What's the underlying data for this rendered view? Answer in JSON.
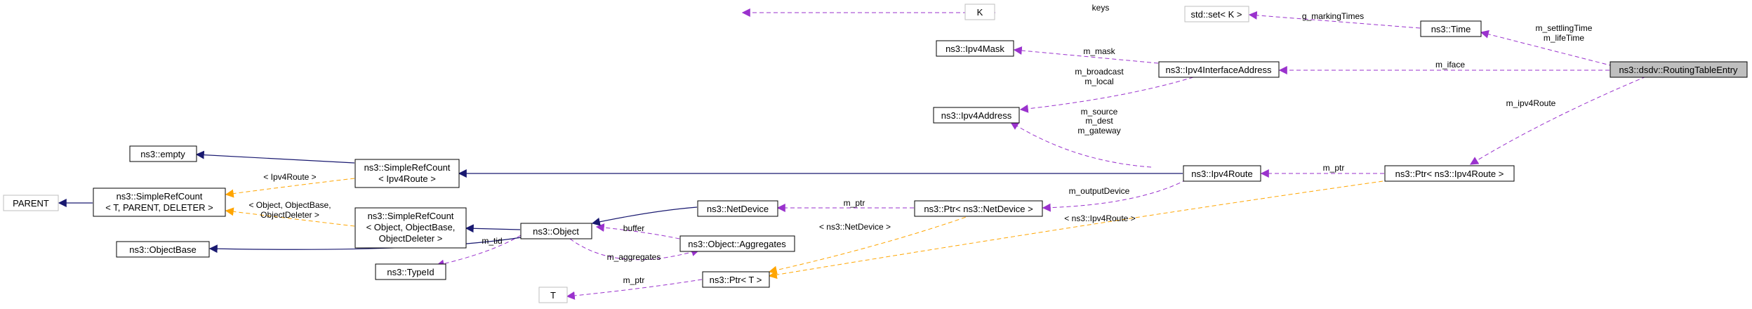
{
  "diagram": {
    "colors": {
      "member_edge": "#9a32cd",
      "inherit_edge": "#191970",
      "template_edge": "#ffa500",
      "node_border": "#000000",
      "external_node_border": "#bfbfbf",
      "highlight_fill": "#bfbfbf"
    },
    "nodes": {
      "k": "K",
      "std_set_k": "std::set< K >",
      "time": "ns3::Time",
      "routing_table_entry": "ns3::dsdv::RoutingTableEntry",
      "ipv4mask": "ns3::Ipv4Mask",
      "ipv4_interface_address": "ns3::Ipv4InterfaceAddress",
      "ipv4address": "ns3::Ipv4Address",
      "empty": "ns3::empty",
      "srefcount_ipv4route": [
        "ns3::SimpleRefCount",
        "< Ipv4Route >"
      ],
      "ipv4route": "ns3::Ipv4Route",
      "ptr_ipv4route": "ns3::Ptr< ns3::Ipv4Route >",
      "parent": "PARENT",
      "srefcount_generic": [
        "ns3::SimpleRefCount",
        "< T, PARENT, DELETER >"
      ],
      "srefcount_object": [
        "ns3::SimpleRefCount",
        "< Object, ObjectBase,",
        "ObjectDeleter >"
      ],
      "netdevice": "ns3::NetDevice",
      "ptr_netdevice": "ns3::Ptr< ns3::NetDevice >",
      "object": "ns3::Object",
      "object_aggregates": "ns3::Object::Aggregates",
      "objectbase": "ns3::ObjectBase",
      "typeid": "ns3::TypeId",
      "ptr_t": "ns3::Ptr< T >",
      "t": "T"
    },
    "edge_labels": {
      "keys": "keys",
      "g_marking_times": "g_markingTimes",
      "m_settling_time": [
        "m_settlingTime",
        "m_lifeTime"
      ],
      "m_mask": "m_mask",
      "m_iface": "m_iface",
      "m_broadcast": [
        "m_broadcast",
        "m_local"
      ],
      "m_ipv4route": "m_ipv4Route",
      "m_source": [
        "m_source",
        "m_dest",
        "m_gateway"
      ],
      "m_ptr_route": "m_ptr",
      "ipv4route_tmpl": "< Ipv4Route >",
      "m_output_device": "m_outputDevice",
      "m_ptr_device": "m_ptr",
      "object_tmpl": [
        "< Object, ObjectBase,",
        "ObjectDeleter >"
      ],
      "buffer": "buffer",
      "netdevice_tmpl": "< ns3::NetDevice >",
      "ipv4route_ptr_tmpl": "< ns3::Ipv4Route >",
      "m_tid": "m_tid",
      "m_aggregates": "m_aggregates",
      "m_ptr_t": "m_ptr"
    }
  }
}
